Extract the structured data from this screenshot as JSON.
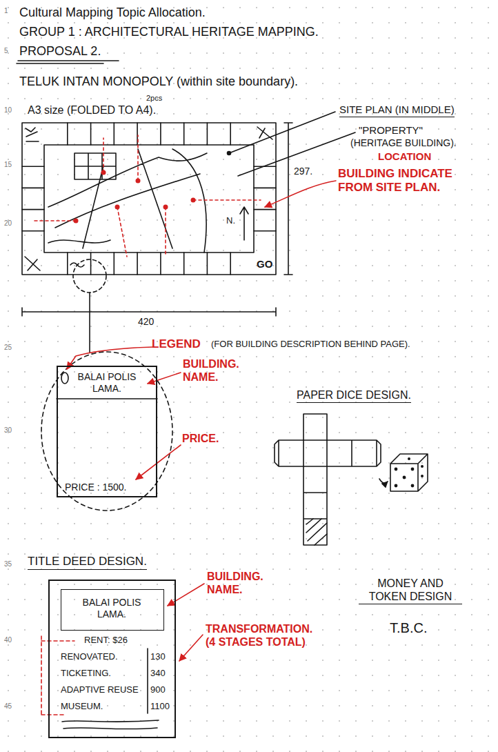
{
  "diagram": {
    "title": "Cultural Mapping Topic Allocation.",
    "nodes": [
      {
        "text": [
          "BALAI POLIS LAMA.",
          "PRICE : 1500."
        ]
      },
      {
        "text": [
          "RENT: $26",
          "RENOVATED.",
          "130",
          "TICKETING.",
          "340",
          "ADAPTIVE REUSE",
          "900",
          "MUSEUM.",
          "1100"
        ]
      },
      {
        "text": [
          "BALAI POLIS LAMA."
        ],
        "in": 1
      }
    ],
    "labels": [
      "1",
      "GROUP 1 : ARCHITECTURAL HERITAGE MAPPING.",
      "5",
      "PROPOSAL 2.",
      "TELUK INTAN MONOPOLY (within site boundary).",
      "2pcs",
      "10",
      "A3 size (FOLDED TO A4).",
      "SITE PLAN (IN MIDDLE)",
      "\"PROPERTY\"",
      "(HERITAGE BUILDING).",
      "LOCATION",
      "15",
      "297.",
      "BUILDING INDICATE FROM SITE PLAN.",
      "N.",
      "GO",
      "20",
      "420",
      "LEGEND",
      "(FOR BUILDING DESCRIPTION BEHIND PAGE).",
      "25",
      "BUILDING. NAME.",
      "PAPER DICE DESIGN.",
      "30",
      "PRICE.",
      "35",
      "TITLE DEED DESIGN.",
      "BUILDING. NAME.",
      "MONEY AND TOKEN DESIGN",
      "T.B.C.",
      "40",
      "TRANSFORMATION. (4 STAGES TOTAL)",
      "45"
    ]
  }
}
